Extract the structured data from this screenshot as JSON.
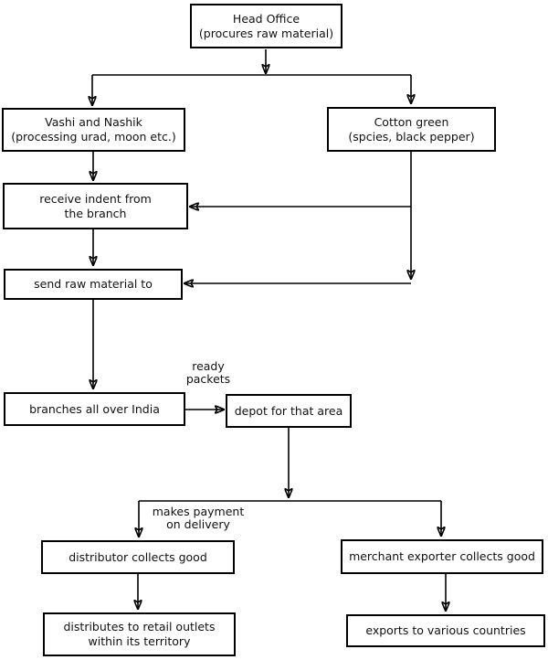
{
  "diagram": {
    "nodes": {
      "head_office": {
        "line1": "Head Office",
        "line2": "(procures raw material)"
      },
      "vashi_nashik": {
        "line1": "Vashi and Nashik",
        "line2": "(processing urad, moon etc.)"
      },
      "cotton_green": {
        "line1": "Cotton green",
        "line2": "(spcies, black pepper)"
      },
      "receive_indent": {
        "line1": "receive indent from",
        "line2": "the branch"
      },
      "send_raw_material": {
        "line1": "send raw material to"
      },
      "branches": {
        "line1": "branches all over India"
      },
      "depot": {
        "line1": "depot for that area"
      },
      "distributor": {
        "line1": "distributor collects good"
      },
      "merchant_exporter": {
        "line1": "merchant exporter collects good"
      },
      "retail_outlets": {
        "line1": "distributes to retail outlets",
        "line2": "within its territory"
      },
      "exports": {
        "line1": "exports to various countries"
      }
    },
    "edge_labels": {
      "ready_packets": {
        "line1": "ready",
        "line2": "packets"
      },
      "makes_payment": {
        "line1": "makes payment",
        "line2": "on delivery"
      }
    },
    "colors": {
      "background": "#ffffff",
      "line": "#000000",
      "box_border": "#000000",
      "text": "#111111"
    }
  }
}
